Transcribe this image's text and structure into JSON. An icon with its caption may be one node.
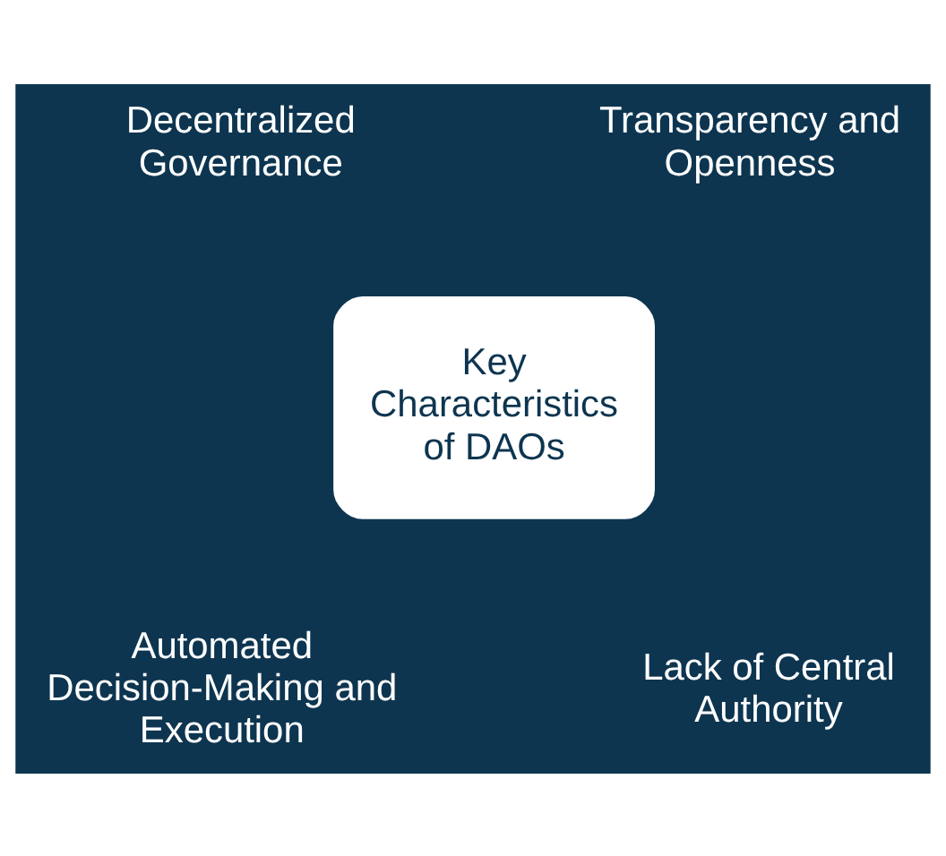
{
  "diagram": {
    "nodes": [
      {
        "text": [
          "Key Characteristics of DAOs"
        ]
      },
      {
        "text": [
          "Decentralized Governance"
        ]
      },
      {
        "text": [
          "Transparency and Openness"
        ]
      },
      {
        "text": [
          "Automated Decision-Making and Execution"
        ]
      },
      {
        "text": [
          "Lack of Central Authority"
        ]
      }
    ]
  }
}
